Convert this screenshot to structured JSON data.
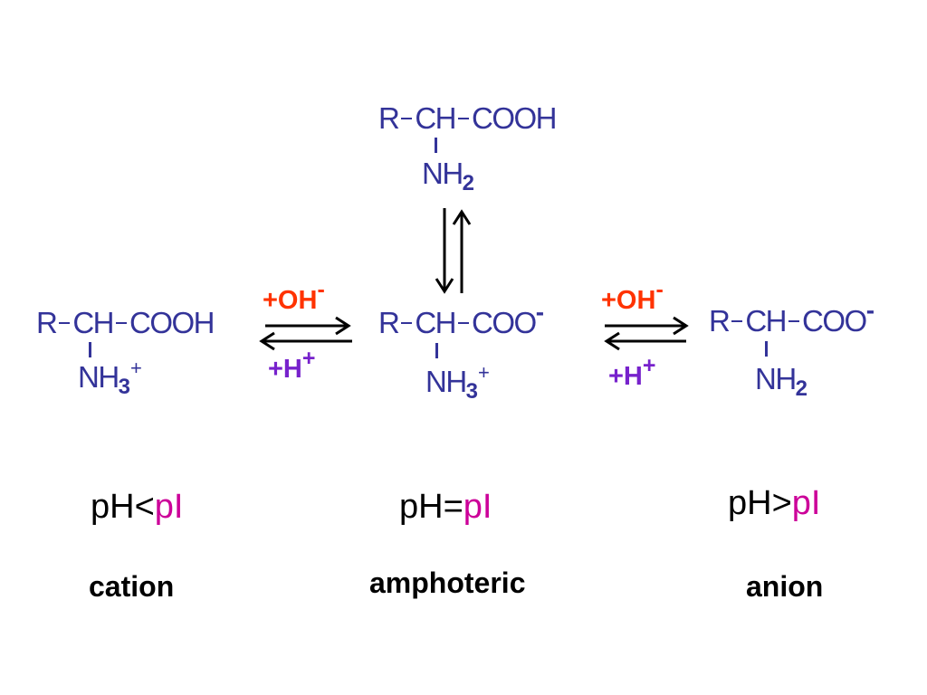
{
  "top": {
    "r": "R",
    "ch": "CH",
    "group": "COOH",
    "amine": "NH",
    "amine_sub": "2"
  },
  "left": {
    "r": "R",
    "ch": "CH",
    "group": "COOH",
    "amine": "NH",
    "amine_sub": "3",
    "amine_charge": "+"
  },
  "middle": {
    "r": "R",
    "ch": "CH",
    "group": "COO",
    "group_charge": "-",
    "amine": "NH",
    "amine_sub": "3",
    "amine_charge": "+"
  },
  "right": {
    "r": "R",
    "ch": "CH",
    "group": "COO",
    "group_charge": "-",
    "amine": "NH",
    "amine_sub": "2"
  },
  "reagents": {
    "oh": "+OH",
    "oh_charge": "-",
    "h": "+H",
    "h_charge": "+"
  },
  "conditions": {
    "left": {
      "prefix": "pH<",
      "pi": "pI"
    },
    "middle": {
      "prefix": "pH=",
      "pi": "pI"
    },
    "right": {
      "prefix": "pH>",
      "pi": "pI"
    }
  },
  "labels": {
    "left": "cation",
    "middle": "amphoteric",
    "right": "anion"
  },
  "colors": {
    "structure": "#333399",
    "hydroxide": "#ff3300",
    "proton": "#7722cc",
    "pi": "#cc0099",
    "text": "#000000"
  }
}
